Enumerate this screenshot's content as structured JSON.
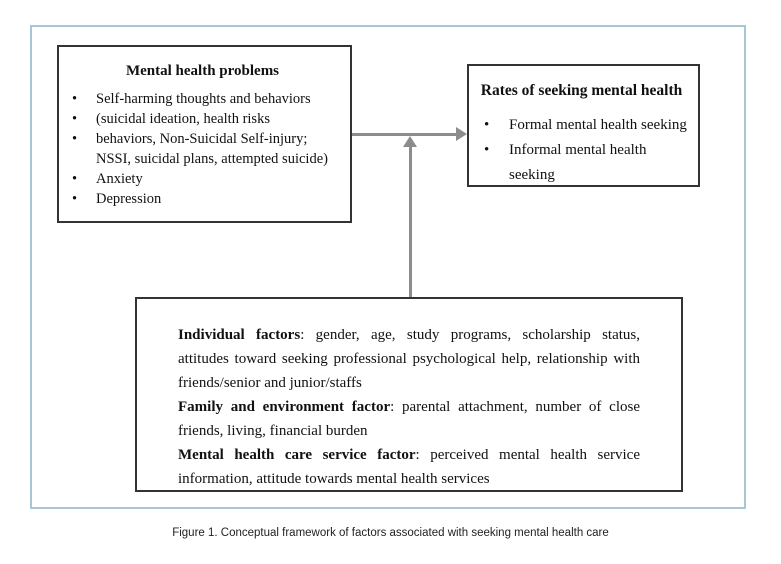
{
  "figure": {
    "caption": "Figure 1. Conceptual framework of factors associated with seeking mental health care"
  },
  "icons": {
    "bullet": "•"
  },
  "colors": {
    "frame_border": "#a9c6d4",
    "box_border": "#333333",
    "arrow": "#8c8c8c",
    "text": "#111111"
  },
  "boxes": {
    "problems": {
      "title": "Mental health problems",
      "bullets": [
        "Self-harming thoughts and behaviors",
        "(suicidal ideation, health risks",
        "behaviors, Non-Suicidal Self-injury; NSSI, suicidal plans, attempted suicide)",
        "Anxiety",
        "Depression"
      ]
    },
    "rates": {
      "title": "Rates of seeking mental health",
      "bullets": [
        "Formal mental health seeking",
        "Informal mental health seeking"
      ]
    },
    "factors": {
      "paragraphs": [
        {
          "label": "Individual factors",
          "text": ": gender, age, study programs, scholarship status, attitudes toward seeking professional psychological help, relationship with friends/senior and junior/staffs"
        },
        {
          "label": "Family and environment factor",
          "text": ": parental attachment, number of close friends, living, financial burden"
        },
        {
          "label": "Mental health care service factor",
          "text": ": perceived mental health service information, attitude towards mental health services"
        }
      ]
    }
  }
}
